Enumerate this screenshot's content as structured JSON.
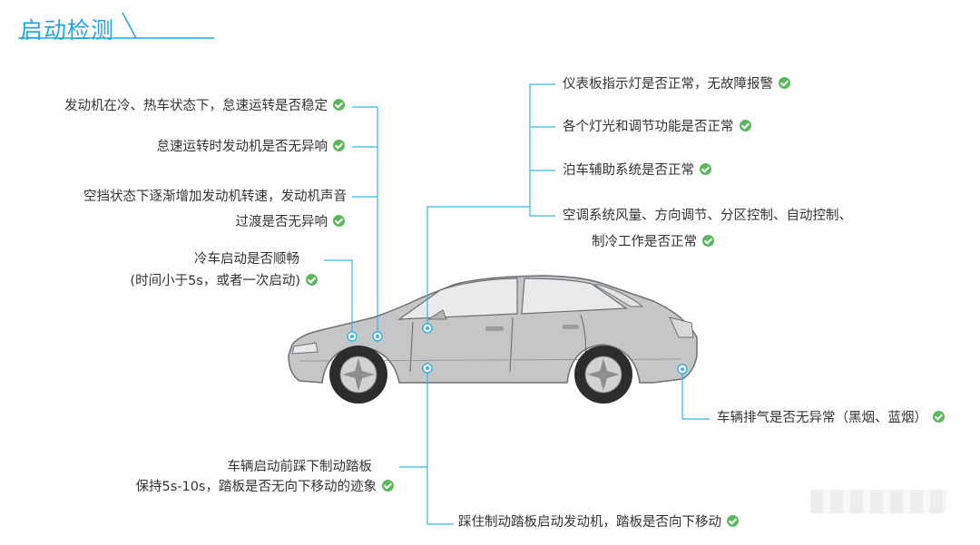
{
  "title": "启动检测",
  "colors": {
    "accent": "#22a6dd",
    "check": "#5cb85c",
    "line": "#3ab3e6",
    "car_body": "#c4c6c8"
  },
  "icons": {
    "check": "check-circle-icon",
    "hotspot": "hotspot-dot-icon"
  },
  "left_labels": [
    {
      "lines": [
        "发动机在冷、热车状态下，怠速运转是否稳定"
      ]
    },
    {
      "lines": [
        "怠速运转时发动机是否无异响"
      ]
    },
    {
      "lines": [
        "空挡状态下逐渐增加发动机转速，发动机声音",
        "过渡是否无异响"
      ]
    },
    {
      "lines": [
        "冷车启动是否顺畅",
        "(时间小于5s，或者一次启动)"
      ]
    }
  ],
  "right_labels": [
    {
      "lines": [
        "仪表板指示灯是否正常，无故障报警"
      ]
    },
    {
      "lines": [
        "各个灯光和调节功能是否正常"
      ]
    },
    {
      "lines": [
        "泊车辅助系统是否正常"
      ]
    },
    {
      "lines": [
        "空调系统风量、方向调节、分区控制、自动控制、",
        "制冷工作是否正常"
      ]
    }
  ],
  "exhaust_label": {
    "lines": [
      "车辆排气是否无异常（黑烟、蓝烟）"
    ]
  },
  "brake_labels": [
    {
      "lines": [
        "车辆启动前踩下制动踏板",
        "保持5s-10s，踏板是否无向下移动的迹象"
      ]
    },
    {
      "lines": [
        "踩住制动踏板启动发动机，踏板是否向下移动"
      ]
    }
  ]
}
